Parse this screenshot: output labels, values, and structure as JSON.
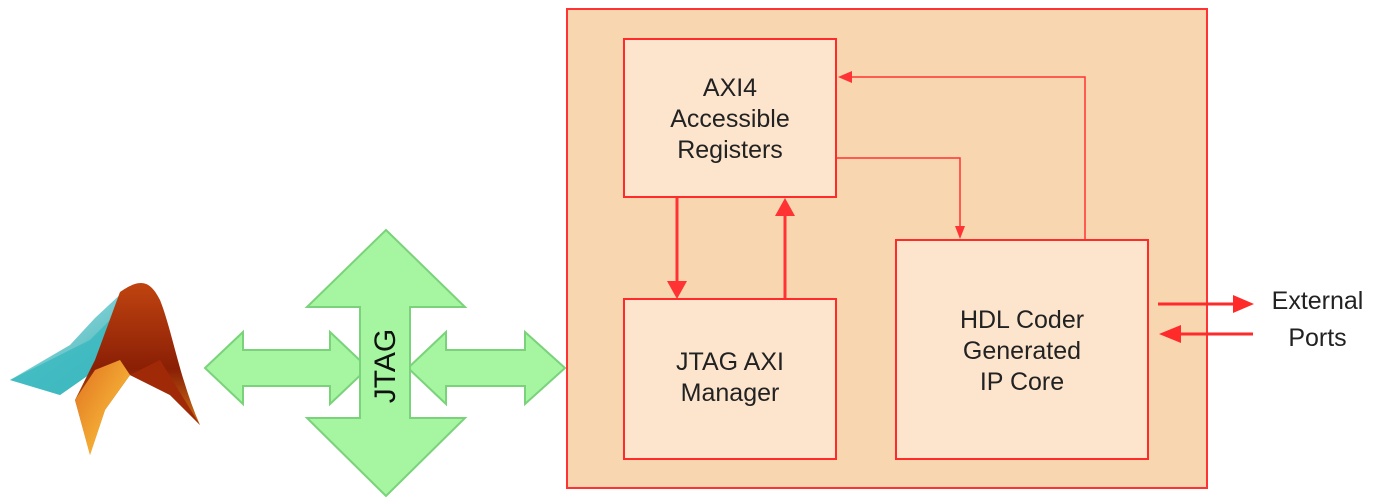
{
  "colors": {
    "fpga_fill": "#f8d6b0",
    "fpga_border": "#ff3333",
    "block_fill": "#fde5cd",
    "block_border": "#ff2a2a",
    "connector_red": "#ff3333",
    "jtag_fill": "#a6f5a0",
    "jtag_border": "#7ad37a"
  },
  "icons": {
    "matlab": "matlab-logo-icon"
  },
  "blocks": {
    "registers": {
      "line1": "AXI4",
      "line2": "Accessible",
      "line3": "Registers"
    },
    "manager": {
      "line1": "JTAG AXI",
      "line2": "Manager"
    },
    "ip_core": {
      "line1": "HDL Coder",
      "line2": "Generated",
      "line3": "IP Core"
    }
  },
  "jtag": {
    "label": "JTAG"
  },
  "external": {
    "line1": "External",
    "line2": "Ports"
  }
}
